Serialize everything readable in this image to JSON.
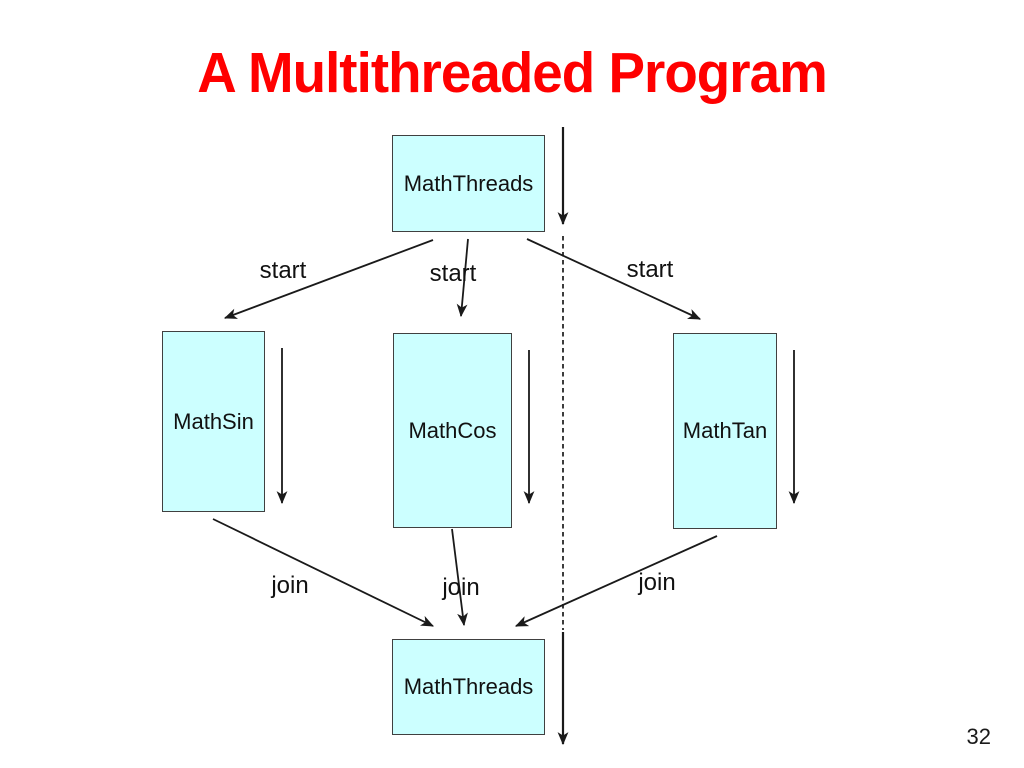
{
  "slide": {
    "title": "A Multithreaded Program",
    "page_number": "32",
    "colors": {
      "title": "#ff0000",
      "node_fill": "#ccffff",
      "node_border": "#404040",
      "line": "#1a1a1a",
      "background": "#ffffff"
    }
  },
  "diagram": {
    "boxes": [
      {
        "id": "main-top",
        "label": "MathThreads"
      },
      {
        "id": "mathsin",
        "label": "MathSin"
      },
      {
        "id": "mathcos",
        "label": "MathCos"
      },
      {
        "id": "mathtan",
        "label": "MathTan"
      },
      {
        "id": "main-bottom",
        "label": "MathThreads"
      }
    ],
    "edge_labels": {
      "start_left": "start",
      "start_mid": "start",
      "start_right": "start",
      "join_left": "join",
      "join_mid": "join",
      "join_right": "join"
    }
  }
}
